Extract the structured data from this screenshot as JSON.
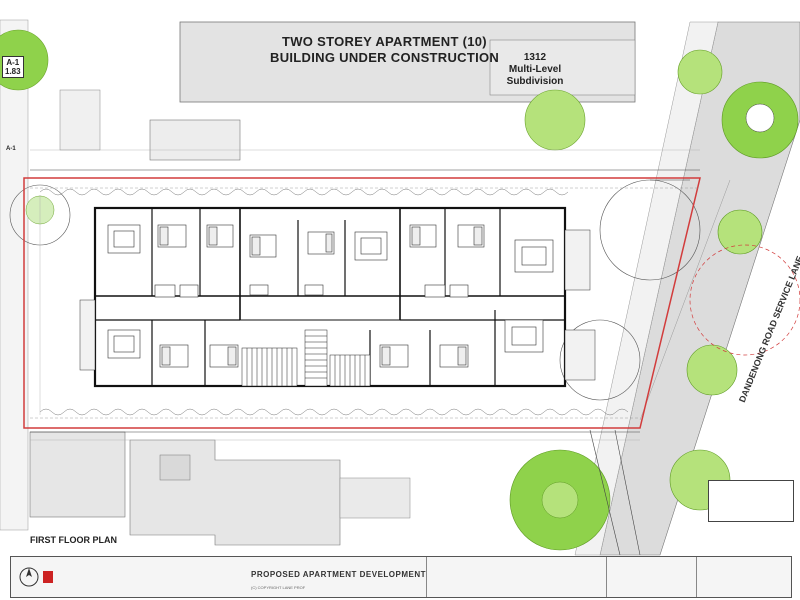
{
  "labels": {
    "top_building_line1": "TWO STOREY APARTMENT (10)",
    "top_building_line2": "BUILDING UNDER CONSTRUCTION",
    "subdivision_line1": "1312",
    "subdivision_line2": "Multi-Level",
    "subdivision_line3": "Subdivision",
    "road": "DANDENONG ROAD SERVICE LANE",
    "first_floor_plan": "FIRST FLOOR PLAN",
    "level_tag_code": "A-1",
    "level_tag_value": "1.83",
    "side_tag": "A-1"
  },
  "title_block": {
    "title": "PROPOSED APARTMENT DEVELOPMENT",
    "copyright": "(C) COPYRIGHT LANE PROF"
  },
  "colors": {
    "background": "#ffffff",
    "linework": "#333333",
    "walls": "#111111",
    "boundary": "#d23c3c",
    "tree_fill": "#8fd24b",
    "tree_fill_light": "#b5e27b",
    "neighbor_gray": "#e3e3e3",
    "road_gray": "#dcdcdc"
  }
}
